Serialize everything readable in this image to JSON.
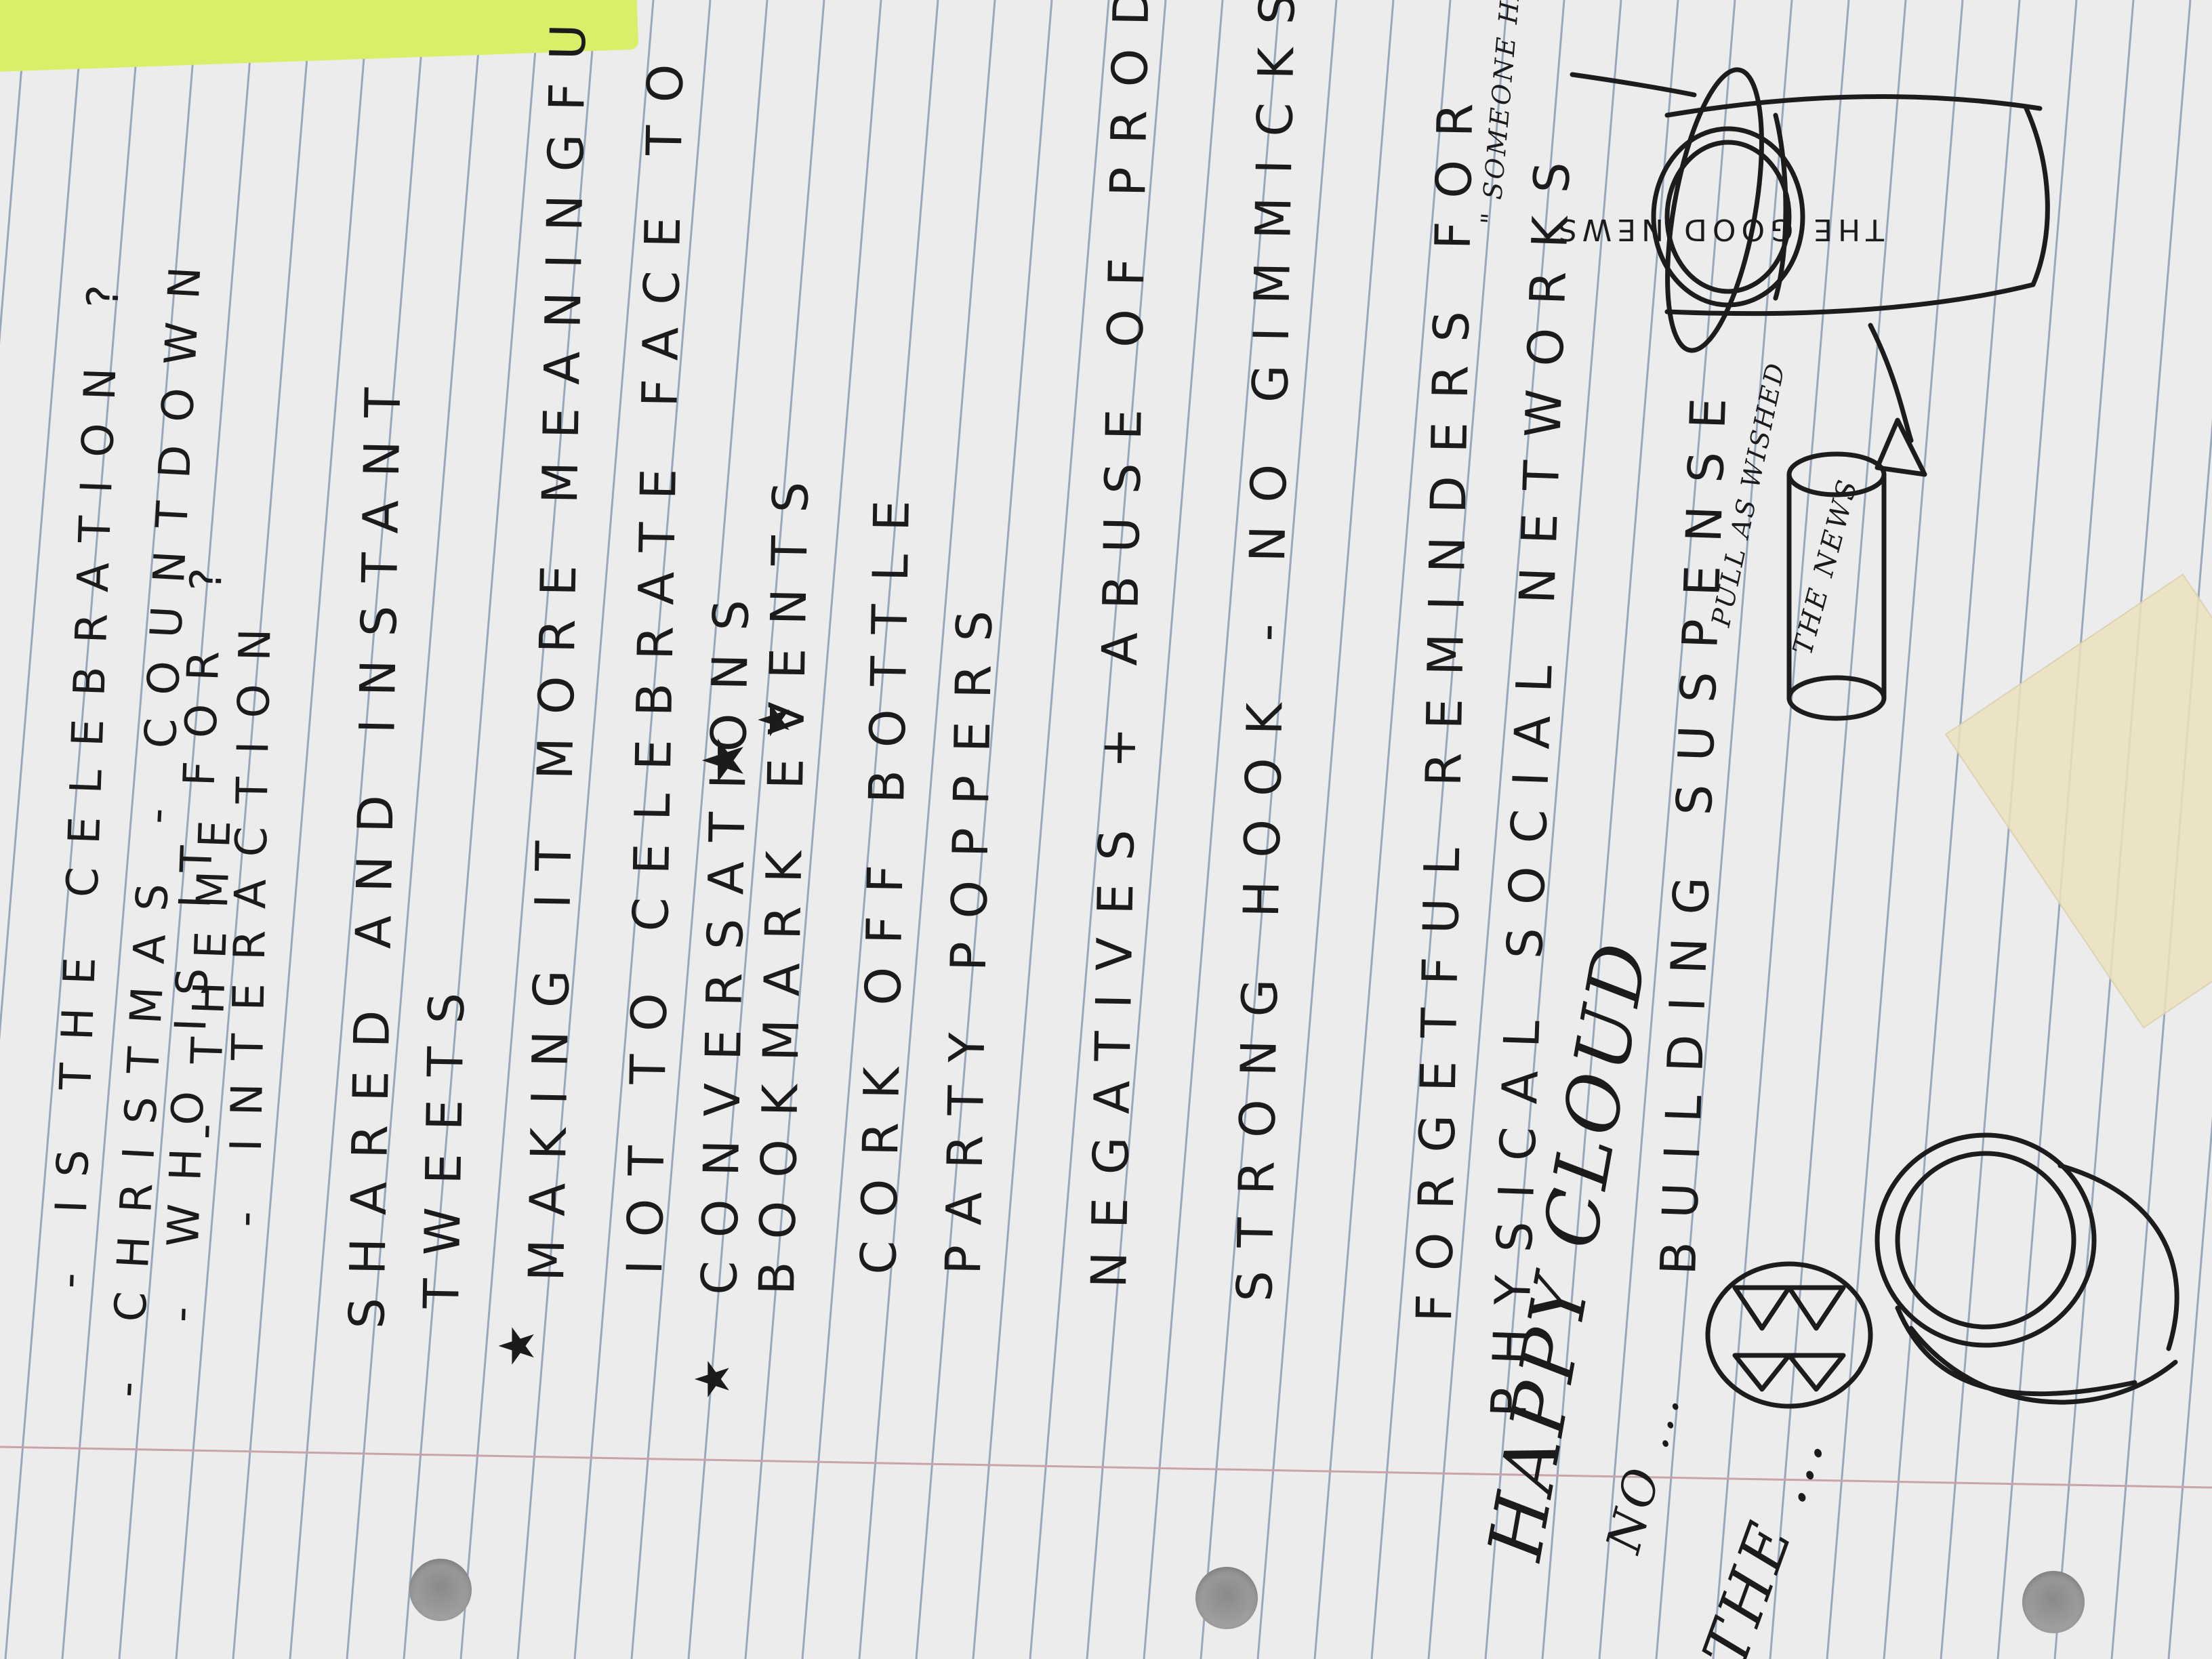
{
  "handwriting": {
    "l01": "- IS THE CELEBRATION ?",
    "l02": "- CHRISTMAS - COUNTDOWN",
    "l03": "- WHO IS IT FOR ?",
    "l04": "- THEME",
    "l05": "- INTERACTION",
    "l06": "SHARED AND INSTANT",
    "l07": "TWEETS",
    "l08": "MAKING IT MORE MEANINGFUL",
    "l09": "IOT TO CELEBRATE FACE TO FACE",
    "l10": "CONVERSATIONS",
    "l11": "BOOKMARK EVENTS",
    "l12": "CORK OFF BOTTLE",
    "l13": "PARTY POPPERS",
    "l14": "NEGATIVES + ABUSE OF PRODUCT",
    "l15": "STRONG HOOK - NO GIMMICKS",
    "l16": "FORGETFUL REMINDERS FOR",
    "l17": "PHYSICAL SOCIAL NETWORKS",
    "l18": "BUILDING SUSPENSE",
    "l19": "HAPPY CLOUD",
    "l20": "NO ...",
    "l21": "THE ...",
    "star": "★"
  },
  "sketch_labels": {
    "can": "THE GOOD NEWS",
    "small_tube": "THE NEWS",
    "note_right": "\" SOMEONE HAS GOOD NEWS",
    "note_tube": "PULL AS WISHED"
  },
  "colors": {
    "paper": "#ececec",
    "rule": "#8a9bb3",
    "margin": "#c9a3a8",
    "ink": "#1b1b1b",
    "sticky_note": "#d9ef6a",
    "tape": "#ece2be"
  }
}
